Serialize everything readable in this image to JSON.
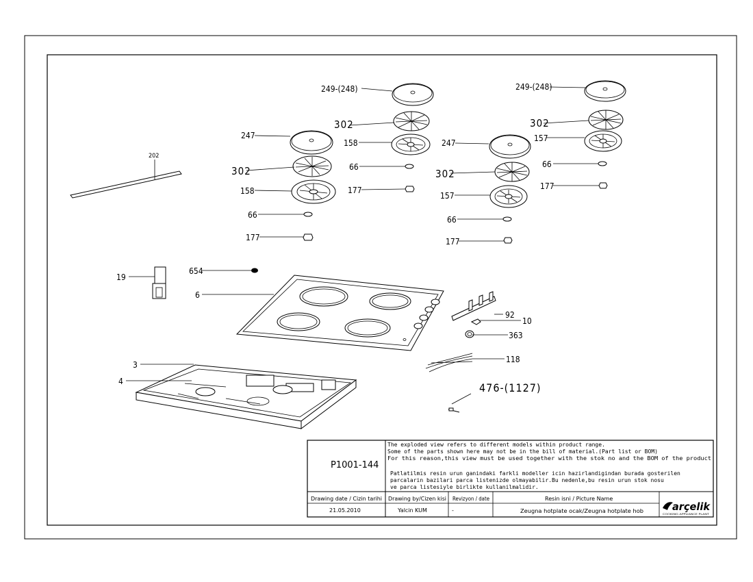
{
  "labels": {
    "l249a": "249-(248)",
    "l249b": "249-(248)",
    "l302a": "302",
    "l302b": "302",
    "l302c": "302",
    "l302d": "302",
    "l247a": "247",
    "l247b": "247",
    "l158a": "158",
    "l158b": "158",
    "l157a": "157",
    "l157b": "157",
    "l66a": "66",
    "l66b": "66",
    "l66c": "66",
    "l66d": "66",
    "l177a": "177",
    "l177b": "177",
    "l177c": "177",
    "l177d": "177",
    "l202": "202",
    "l19": "19",
    "l654": "654",
    "l6": "6",
    "l92": "92",
    "l10": "10",
    "l363": "363",
    "l118": "118",
    "l3": "3",
    "l4": "4",
    "l476": "476-(1127)"
  },
  "title_block": {
    "code": "P1001-144",
    "note_en": [
      "The exploded view refers to different models within product range.",
      "Some of the parts shown here may not be in the bill of material.(Part list or BOM)",
      "For this reason,this view must be used together with the stok no and the BOM of the product"
    ],
    "note_tr": [
      "Patlatilmis resin urun ganindaki farkli modeller icin hazirlandigindan burada gosterilen",
      "parcalarin bazilari parca listenizde olmayabilir.Bu nedenle,bu resin urun stok nosu",
      "ve parca listesiyle birlikte kullanilmalidir."
    ],
    "h_date": "Drawing date / Cizin tarihi",
    "h_by": "Drawing by/Cizen kisi",
    "h_rev": "Revizyon / date",
    "h_name": "Resin isni / Picture Name",
    "v_date": "21.05.2010",
    "v_by": "Yalcin KUM",
    "v_rev": "-",
    "v_name": "Zeugna hotplate ocak/Zeugna hotplate hob",
    "logo": "arçelik",
    "logo_sub": "COOKING APPLIANCE PLANT"
  }
}
